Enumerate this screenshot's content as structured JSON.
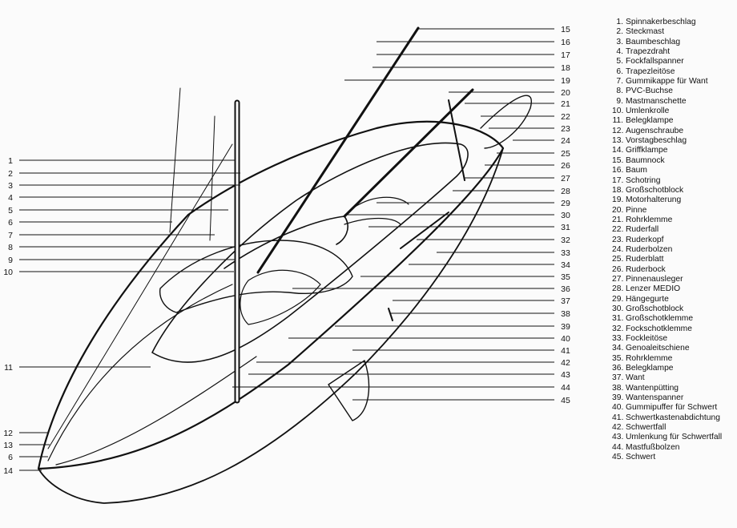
{
  "diagram": {
    "left_callouts": [
      "1",
      "2",
      "3",
      "4",
      "5",
      "6",
      "7",
      "8",
      "9",
      "10",
      "11",
      "12",
      "13",
      "6",
      "14"
    ],
    "right_callouts": [
      "15",
      "16",
      "17",
      "18",
      "19",
      "20",
      "21",
      "22",
      "23",
      "24",
      "25",
      "26",
      "27",
      "28",
      "29",
      "30",
      "31",
      "32",
      "33",
      "34",
      "35",
      "36",
      "37",
      "38",
      "39",
      "40",
      "41",
      "42",
      "43",
      "44",
      "45"
    ]
  },
  "legend": [
    {
      "num": "1.",
      "text": "Spinnakerbeschlag"
    },
    {
      "num": "2.",
      "text": "Steckmast"
    },
    {
      "num": "3.",
      "text": "Baumbeschlag"
    },
    {
      "num": "4.",
      "text": "Trapezdraht"
    },
    {
      "num": "5.",
      "text": "Fockfallspanner"
    },
    {
      "num": "6.",
      "text": "Trapezleitöse"
    },
    {
      "num": "7.",
      "text": "Gummikappe für Want"
    },
    {
      "num": "8.",
      "text": "PVC-Buchse"
    },
    {
      "num": "9.",
      "text": "Mastmanschette"
    },
    {
      "num": "10.",
      "text": "Umlenkrolle"
    },
    {
      "num": "11.",
      "text": "Belegklampe"
    },
    {
      "num": "12.",
      "text": "Augenschraube"
    },
    {
      "num": "13.",
      "text": "Vorstagbeschlag"
    },
    {
      "num": "14.",
      "text": "Griffklampe"
    },
    {
      "num": "15.",
      "text": "Baumnock"
    },
    {
      "num": "16.",
      "text": "Baum"
    },
    {
      "num": "17.",
      "text": "Schotring"
    },
    {
      "num": "18.",
      "text": "Großschotblock"
    },
    {
      "num": "19.",
      "text": "Motorhalterung"
    },
    {
      "num": "20.",
      "text": "Pinne"
    },
    {
      "num": "21.",
      "text": "Rohrklemme"
    },
    {
      "num": "22.",
      "text": "Ruderfall"
    },
    {
      "num": "23.",
      "text": "Ruderkopf"
    },
    {
      "num": "24.",
      "text": "Ruderbolzen"
    },
    {
      "num": "25.",
      "text": "Ruderblatt"
    },
    {
      "num": "26.",
      "text": "Ruderbock"
    },
    {
      "num": "27.",
      "text": "Pinnenausleger"
    },
    {
      "num": "28.",
      "text": "Lenzer MEDIO"
    },
    {
      "num": "29.",
      "text": "Hängegurte"
    },
    {
      "num": "30.",
      "text": "Großschotblock"
    },
    {
      "num": "31.",
      "text": "Großschotklemme"
    },
    {
      "num": "32.",
      "text": "Fockschotklemme"
    },
    {
      "num": "33.",
      "text": "Fockleitöse"
    },
    {
      "num": "34.",
      "text": "Genoaleitschiene"
    },
    {
      "num": "35.",
      "text": "Rohrklemme"
    },
    {
      "num": "36.",
      "text": "Belegklampe"
    },
    {
      "num": "37.",
      "text": "Want"
    },
    {
      "num": "38.",
      "text": "Wantenpütting"
    },
    {
      "num": "39.",
      "text": "Wantenspanner"
    },
    {
      "num": "40.",
      "text": "Gummipuffer für Schwert"
    },
    {
      "num": "41.",
      "text": "Schwertkastenabdichtung"
    },
    {
      "num": "42.",
      "text": "Schwertfall"
    },
    {
      "num": "43.",
      "text": "Umlenkung für Schwertfall"
    },
    {
      "num": "44.",
      "text": "Mastfußbolzen"
    },
    {
      "num": "45.",
      "text": "Schwert"
    }
  ]
}
